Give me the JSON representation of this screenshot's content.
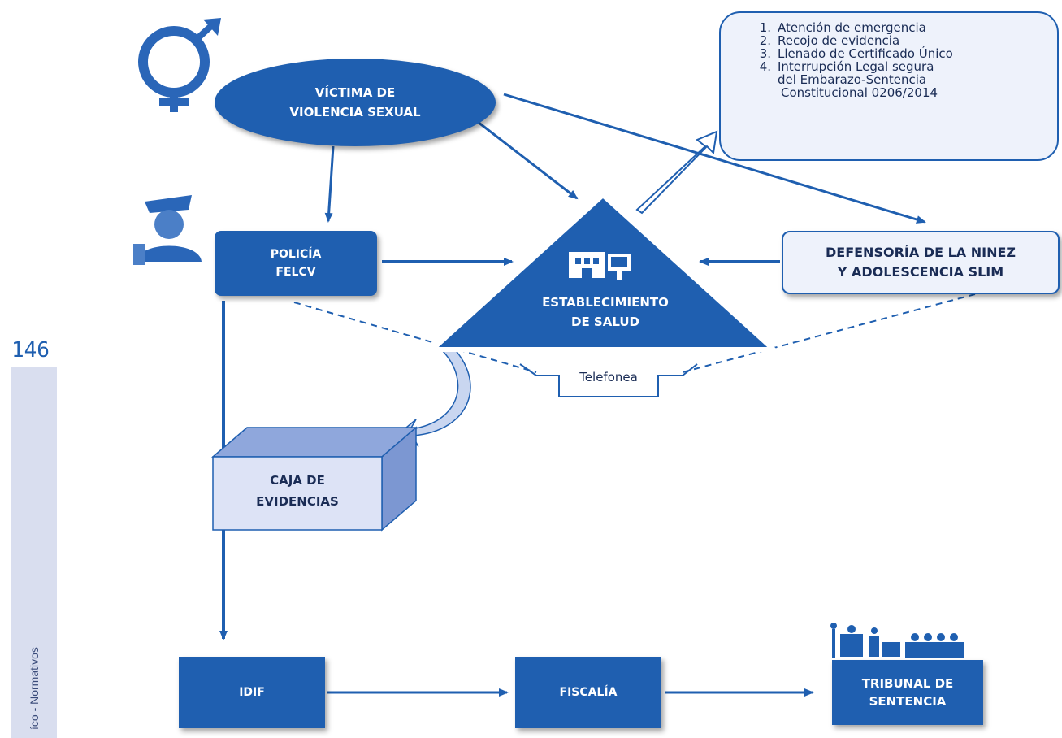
{
  "nodes": {
    "victima": "VÍCTIMA DE\nVIOLENCIA SEXUAL",
    "policia": "POLICÍA\nFELCV",
    "establecimiento": "ESTABLECIMIENTO\nDE SALUD",
    "defensoria": "DEFENSORÍA DE LA NINEZ\nY ADOLESCENCIA SLIM",
    "caja": "CAJA DE\nEVIDENCIAS",
    "idif": "IDIF",
    "fiscalia": "FISCALÍA",
    "tribunal": "TRIBUNAL DE\nSENTENCIA",
    "telefonea": "Telefonea"
  },
  "steps": [
    {
      "num": "1.",
      "text": "Atención de emergencia"
    },
    {
      "num": "2.",
      "text": "Recojo de evidencia"
    },
    {
      "num": "3.",
      "text": "Llenado de Certificado Único"
    },
    {
      "num": "4.",
      "text": "Interrupción Legal segura"
    }
  ],
  "steps_cont": [
    "del Embarazo-Sentencia",
    "Constitucional 0206/2014"
  ],
  "page_number": "146",
  "sidebar_text": "íco - Normativos",
  "colors": {
    "primary": "#1f5fb0",
    "light": "#eef2fb",
    "box_side": "#8fa7dc",
    "box_face": "#dde3f6"
  }
}
